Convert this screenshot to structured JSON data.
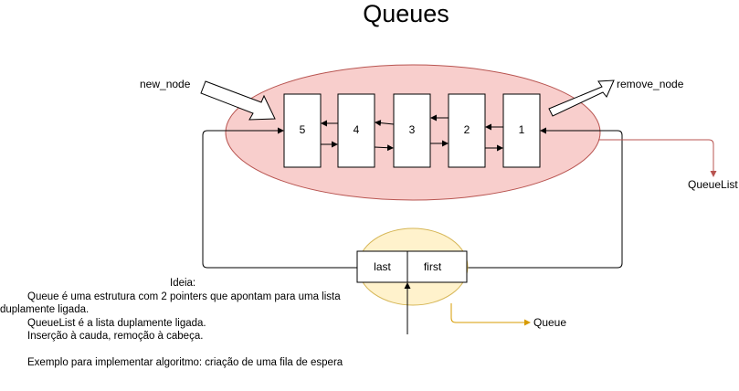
{
  "title": "Queues",
  "nodes": [
    "5",
    "4",
    "3",
    "2",
    "1"
  ],
  "labels": {
    "new_node": "new_node",
    "remove_node": "remove_node",
    "queue_list": "QueueList",
    "queue": "Queue",
    "last": "last",
    "first": "first"
  },
  "notes": {
    "heading": "Ideia:",
    "line1": "Queue é uma estrutura com 2 pointers que apontam para uma lista",
    "line2": "duplamente ligada.",
    "line3": "QueueList é a lista duplamente ligada.",
    "line4": "Inserção à cauda, remoção à cabeça.",
    "line5": "Exemplo para implementar algoritmo: criação de uma fila de espera"
  },
  "colors": {
    "ellipse_fill": "#f8cecc",
    "ellipse_stroke": "#b85450",
    "queue_fill": "#fff2cc",
    "queue_stroke": "#d6b656",
    "queue_arrow": "#d79b00",
    "queuelist_arrow": "#b85450"
  }
}
